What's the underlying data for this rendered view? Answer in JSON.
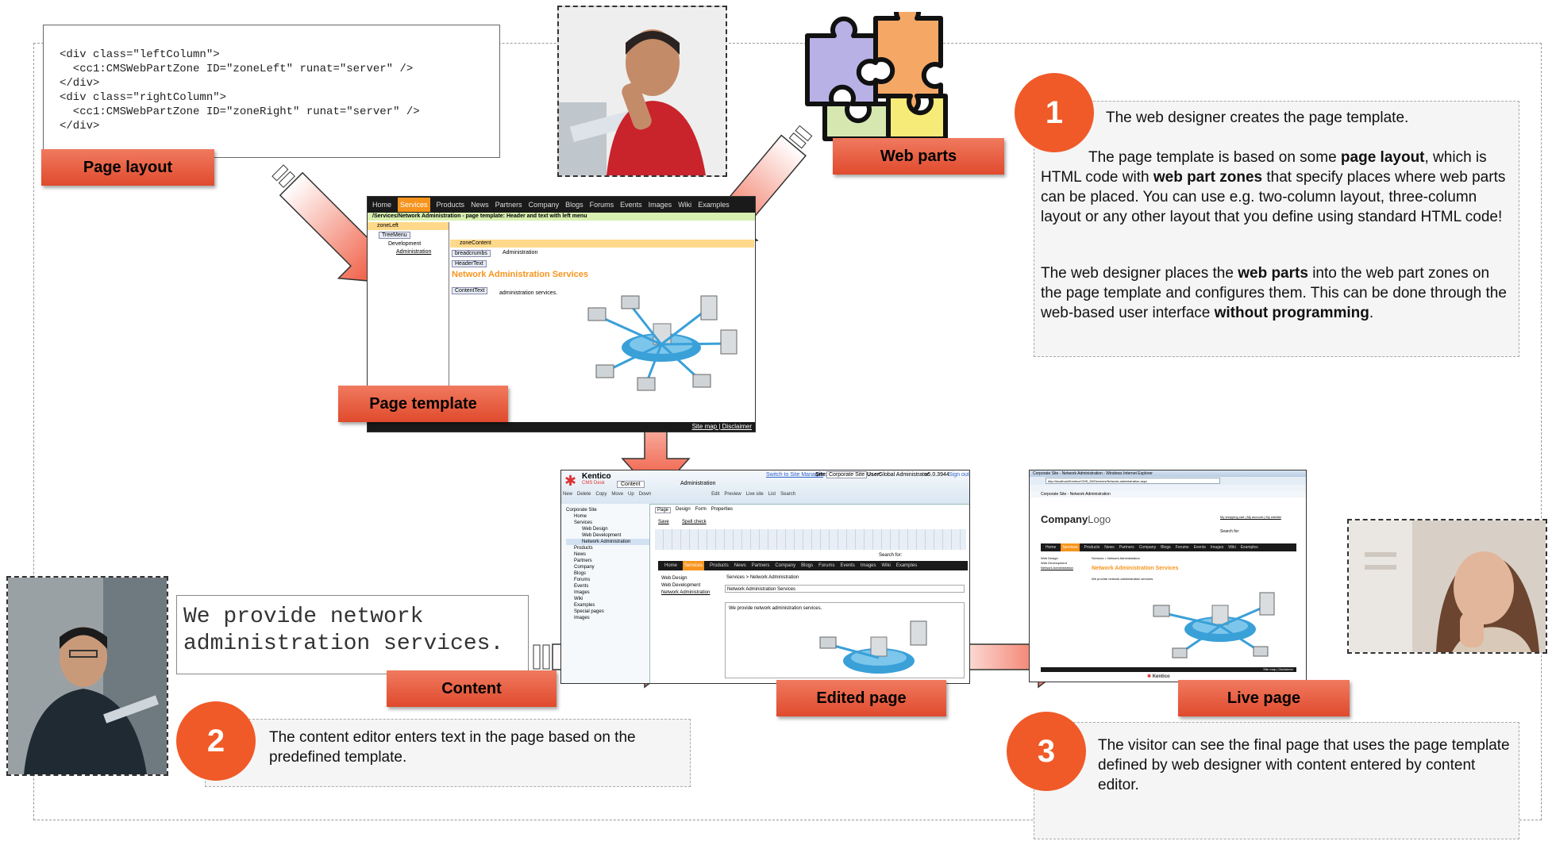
{
  "code": {
    "lines": [
      "<div class=\"leftColumn\">",
      "  <cc1:CMSWebPartZone ID=\"zoneLeft\" runat=\"server\" />",
      "</div>",
      "<div class=\"rightColumn\">",
      "  <cc1:CMSWebPartZone ID=\"zoneRight\" runat=\"server\" />",
      "</div>"
    ]
  },
  "labels": {
    "page_layout": "Page layout",
    "web_parts": "Web parts",
    "page_template": "Page template",
    "content": "Content",
    "edited_page": "Edited page",
    "live_page": "Live page"
  },
  "steps": {
    "one": {
      "number": "1",
      "title": "The web designer creates the page template.",
      "p1_a": "The page template is based on some ",
      "p1_b": "page layout",
      "p1_c": ", which is HTML code with ",
      "p1_d": "web part zones",
      "p1_e": " that specify places where web parts can be placed. You can use e.g. two-column layout, three-column layout or any other layout that you define using standard HTML code!",
      "p2_a": "The web designer places the ",
      "p2_b": "web parts",
      "p2_c": " into the web part zones on the page template and configures them. This can be done through the web-based user interface ",
      "p2_d": "without programming",
      "p2_e": "."
    },
    "two": {
      "number": "2",
      "text": "The content editor enters text in the page based on the predefined template."
    },
    "three": {
      "number": "3",
      "text": "The visitor can see the final page that uses the page template defined by web designer with content entered by content editor."
    }
  },
  "content_text": {
    "line1": "We provide network",
    "line2": "administration services."
  },
  "template_screen": {
    "nav": [
      "Home",
      "Services",
      "Products",
      "News",
      "Partners",
      "Company",
      "Blogs",
      "Forums",
      "Events",
      "Images",
      "Wiki",
      "Examples"
    ],
    "path_bar": "/Services/Network Administration - page template: Header and text with left menu",
    "zone_left": "zoneLeft",
    "zone_content": "zoneContent",
    "tree_menu": "TreeMenu",
    "tree_items": [
      "Development",
      "Administration"
    ],
    "breadcrumbs": "breadcrumbs",
    "breadcrumb_text": "Administration",
    "header_text": "HeaderText",
    "heading": "Network Administration Services",
    "content_text_wp": "ContentText",
    "content_body": "administration services.",
    "footer": "Site map | Disclaimer"
  },
  "edited_screen": {
    "brand": "Kentico",
    "brand_sub": "CMS Desk",
    "top_link": "Switch to Site Manager",
    "site_label": "Site:",
    "site_value": "Corporate Site",
    "user_label": "User:",
    "user_value": "Global Administrator",
    "version": "v5.0.3944",
    "sign_out": "Sign out",
    "tab": "Content",
    "crumb": "Administration",
    "toolbar": [
      "New",
      "Delete",
      "Copy",
      "Move",
      "Up",
      "Down",
      "Edit",
      "Preview",
      "Live site",
      "List",
      "Search"
    ],
    "tree": [
      "Corporate Site",
      "Home",
      "Services",
      "Web Design",
      "Web Development",
      "Network Administration",
      "Products",
      "News",
      "Partners",
      "Company",
      "Blogs",
      "Forums",
      "Events",
      "Images",
      "Wiki",
      "Examples",
      "Special pages",
      "Images"
    ],
    "subtabs": [
      "Page",
      "Design",
      "Form",
      "Properties"
    ],
    "save": "Save",
    "spell": "Spell check",
    "search_for": "Search for:",
    "nav": [
      "Home",
      "Services",
      "Products",
      "News",
      "Partners",
      "Company",
      "Blogs",
      "Forums",
      "Events",
      "Images",
      "Wiki",
      "Examples"
    ],
    "side": [
      "Web Design",
      "Web Development",
      "Network Administration"
    ],
    "breadcrumb": "Services > Network Administration",
    "heading": "Network Administration Services",
    "body": "We provide network administration services."
  },
  "live_screen": {
    "title_bar": "Corporate Site - Network Administration - Windows Internet Explorer",
    "address": "http://localhost/Kentico/CMS_50/Services/Network-administration.aspx",
    "tab": "Corporate Site - Network Administration",
    "logo_a": "Company",
    "logo_b": "Logo",
    "links": "My shopping cart | My account | My wishlist",
    "search_for": "Search for:",
    "nav": [
      "Home",
      "Services",
      "Products",
      "News",
      "Partners",
      "Company",
      "Blogs",
      "Forums",
      "Events",
      "Images",
      "Wiki",
      "Examples"
    ],
    "side": [
      "Web Design",
      "Web Development",
      "Network Administration"
    ],
    "breadcrumb": "Services > Network Administration",
    "heading": "Network Administration Services",
    "body": "We provide network administration services.",
    "footer": "Site map | Disclaimer",
    "bottom_brand": "Kentico"
  },
  "colors": {
    "accent_orange": "#f05a28",
    "label_top": "#f07a5f",
    "label_bottom": "#e04a2d",
    "network_blue": "#3aa0d8",
    "kentico_orange": "#f7941d"
  }
}
